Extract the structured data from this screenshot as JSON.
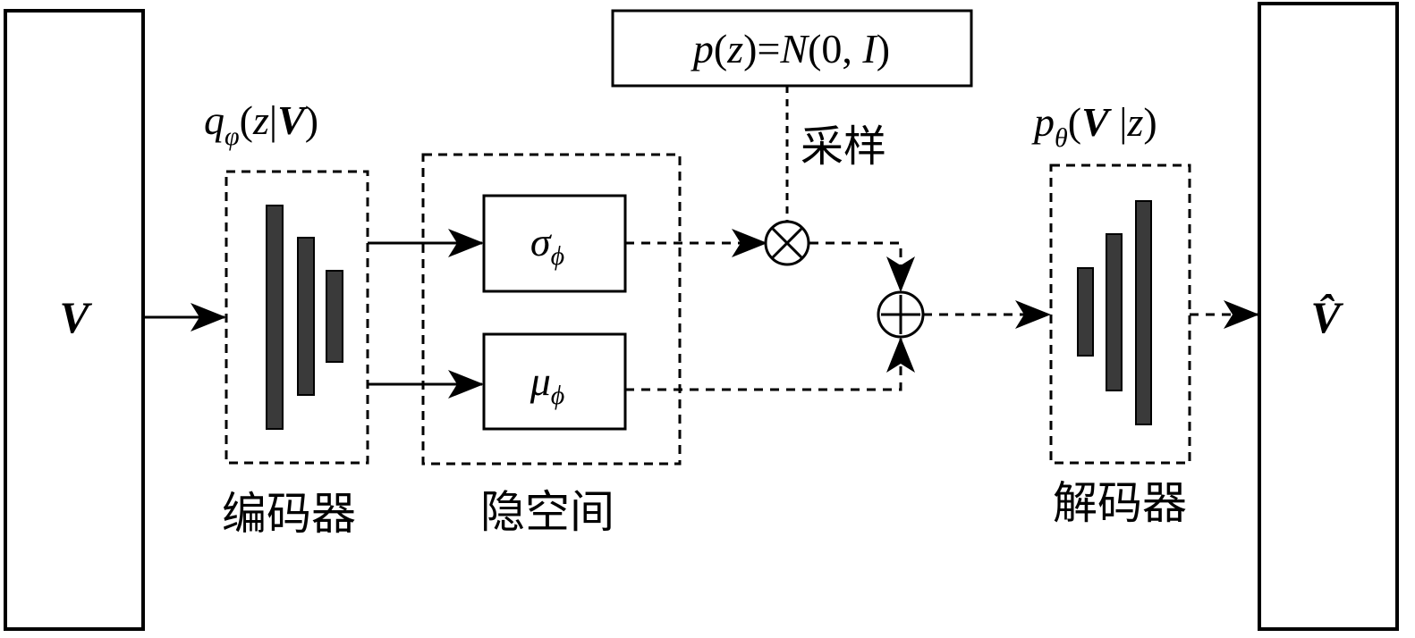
{
  "input": {
    "symbol": "V"
  },
  "output": {
    "symbol": "V̂"
  },
  "encoder": {
    "label": "编码器",
    "dist": {
      "q": "q",
      "phi": "φ",
      "open": "(",
      "z": "z",
      "bar": "|",
      "V": "V",
      "close": ")"
    }
  },
  "latent": {
    "label": "隐空间",
    "sigma": {
      "sym": "σ",
      "sub": "ϕ"
    },
    "mu": {
      "sym": "μ",
      "sub": "ϕ"
    }
  },
  "prior": {
    "p": "p",
    "open": "(",
    "z": "z",
    "eq": ")=",
    "N": "N",
    "args": "(0, ",
    "I": "I",
    "close": ")"
  },
  "sampling": {
    "label": "采样"
  },
  "decoder": {
    "label": "解码器",
    "dist": {
      "p": "p",
      "theta": "θ",
      "open": "(",
      "V": "V",
      "bar": " |",
      "z": "z",
      "close": ")"
    }
  },
  "operators": {
    "multiply": "⊗",
    "add": "⊕"
  }
}
